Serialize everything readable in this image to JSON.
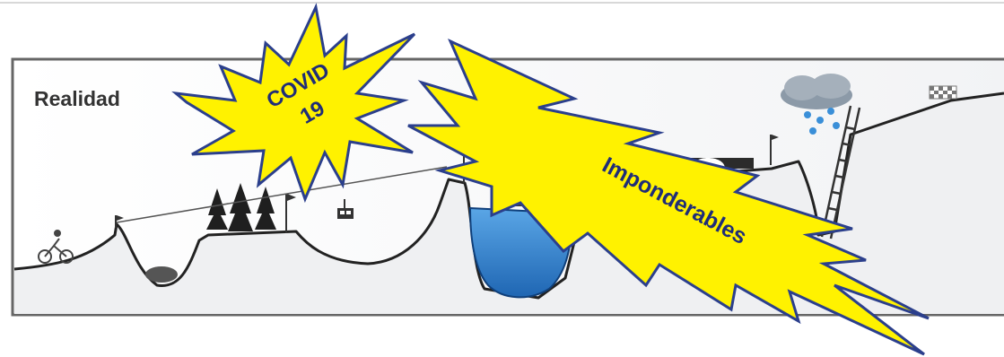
{
  "scene": {
    "title": "Realidad",
    "covid_burst": {
      "line1": "COVID",
      "line2": "19"
    },
    "imponderables_burst": {
      "label": "Imponderables"
    }
  },
  "colors": {
    "burst_fill": "#fff200",
    "burst_stroke": "#2b3f8c",
    "burst_text": "#1f2d78",
    "water": "#2e83cf",
    "terrain_stroke": "#222222",
    "panel_border": "#666666"
  },
  "icons": [
    "cyclist-icon",
    "trees-icon",
    "flag-icon",
    "cable-car-icon",
    "boat-icon",
    "bridge-icon",
    "rain-cloud-icon",
    "ladder-icon",
    "finish-flag-icon"
  ]
}
